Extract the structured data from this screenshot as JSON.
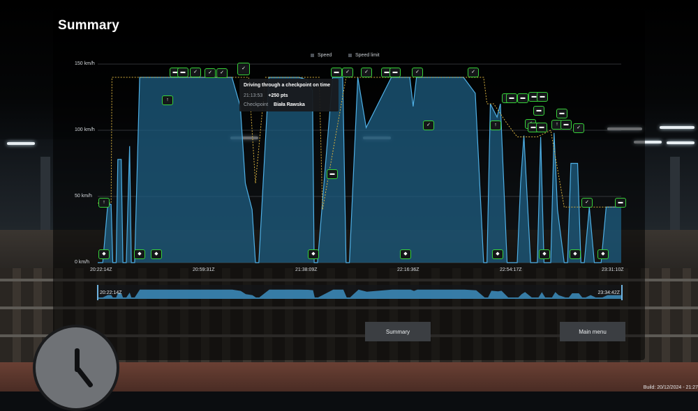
{
  "screen": {
    "title": "Summary"
  },
  "legend": {
    "items": [
      "Speed",
      "Speed limit"
    ],
    "colors": {
      "speed": "#4fb0e6",
      "speed_fill": "#1e5d82",
      "limit": "#d9b23f",
      "marker_border": "#37d23a"
    }
  },
  "chart_data": {
    "type": "area",
    "y_ticks": [
      "150 km/h",
      "100 km/h",
      "50 km/h",
      "0 km/h"
    ],
    "ylim": [
      0,
      150
    ],
    "x_ticks": [
      "20:22:14Z",
      "20:59:31Z",
      "21:38:09Z",
      "22:16:36Z",
      "22:54:17Z",
      "23:31:10Z"
    ],
    "series": [
      {
        "name": "Speed",
        "x": [
          0,
          3,
          6,
          8,
          9,
          11,
          12,
          14,
          15,
          17,
          19,
          20,
          22,
          25,
          40,
          60,
          80,
          85,
          88,
          92,
          94,
          96,
          102,
          108,
          120,
          125,
          128,
          129,
          131,
          140,
          146,
          148,
          150,
          155,
          160,
          175,
          182,
          186,
          188,
          190,
          200,
          210,
          218,
          225,
          230,
          232,
          234,
          238,
          240,
          244,
          250,
          252,
          254,
          258,
          262,
          264,
          266,
          270,
          272,
          274,
          276,
          278,
          280,
          282,
          286,
          288,
          290,
          293,
          296,
          300,
          303,
          306,
          308,
          312
        ],
        "values": [
          0,
          0,
          44,
          44,
          0,
          0,
          78,
          78,
          0,
          0,
          88,
          0,
          0,
          140,
          140,
          140,
          140,
          118,
          60,
          40,
          0,
          0,
          140,
          140,
          140,
          138,
          130,
          0,
          0,
          140,
          140,
          0,
          0,
          140,
          102,
          140,
          140,
          140,
          118,
          140,
          140,
          140,
          140,
          128,
          0,
          0,
          120,
          110,
          120,
          0,
          0,
          60,
          96,
          0,
          0,
          95,
          0,
          0,
          98,
          40,
          20,
          0,
          0,
          75,
          75,
          0,
          0,
          42,
          0,
          0,
          42,
          42,
          42,
          42
        ]
      },
      {
        "name": "Speed limit",
        "x": [
          0,
          8,
          8.5,
          25,
          90,
          94,
          100,
          132,
          134,
          148,
          150,
          230,
          232,
          236,
          244,
          250,
          262,
          270,
          278,
          290,
          312
        ],
        "values": [
          45,
          45,
          140,
          140,
          140,
          60,
          140,
          140,
          40,
          140,
          140,
          140,
          120,
          120,
          105,
          95,
          95,
          100,
          42,
          42,
          42
        ]
      }
    ]
  },
  "tooltip": {
    "title": "Driving through a checkpoint on time",
    "time": "21:13:53",
    "points": "+250 pts",
    "label": "Checkpoint",
    "value": "Biała Rawska"
  },
  "navigator": {
    "start": "20:22:14Z",
    "end": "23:34:42Z"
  },
  "buttons": {
    "summary": "Summary",
    "main_menu": "Main menu"
  },
  "footer": {
    "build": "Build: 20/12/2024 - 21:27"
  }
}
